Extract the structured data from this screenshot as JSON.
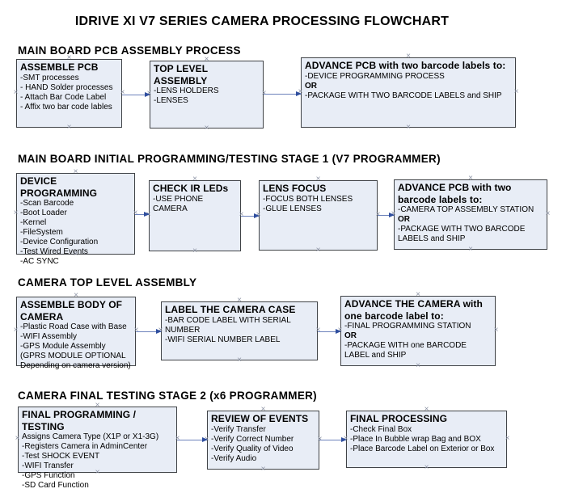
{
  "title": "IDRIVE XI V7 SERIES CAMERA PROCESSING FLOWCHART",
  "glyphs": {
    "connection_point": "×"
  },
  "colors": {
    "box_fill": "#e8edf6",
    "box_border": "#404347",
    "arrow_line": "#6c82bb",
    "arrow_head": "#2f4e9e",
    "connection_marker": "#8d94a5",
    "text": "#000000"
  },
  "sections": [
    {
      "heading": "MAIN BOARD PCB ASSEMBLY PROCESS",
      "boxes": [
        {
          "title": "ASSEMBLE PCB",
          "lines": [
            "-SMT processes",
            "- HAND Solder processes",
            "- Attach Bar Code Label",
            "- Affix two bar code lables"
          ]
        },
        {
          "title": "TOP LEVEL ASSEMBLY",
          "lines": [
            "-LENS HOLDERS",
            "-LENSES"
          ]
        },
        {
          "title": "ADVANCE PCB with two barcode labels to:",
          "lines": [
            "-DEVICE PROGRAMMING PROCESS",
            "OR",
            "-PACKAGE WITH TWO BARCODE LABELS and SHIP"
          ]
        }
      ]
    },
    {
      "heading": "MAIN BOARD INITIAL PROGRAMMING/TESTING STAGE 1 (V7 PROGRAMMER)",
      "boxes": [
        {
          "title": "DEVICE PROGRAMMING",
          "lines": [
            "-Scan Barcode",
            "-Boot Loader",
            "-Kernel",
            "-FileSystem",
            "-Device Configuration",
            "-Test Wired Events",
            "-AC SYNC"
          ]
        },
        {
          "title": "CHECK IR LEDs",
          "lines": [
            "-USE PHONE CAMERA"
          ]
        },
        {
          "title": "LENS FOCUS",
          "lines": [
            "-FOCUS BOTH LENSES",
            "-GLUE LENSES"
          ]
        },
        {
          "title": "ADVANCE PCB with two barcode labels to:",
          "lines": [
            "-CAMERA TOP ASSEMBLY STATION",
            "OR",
            "-PACKAGE WITH TWO BARCODE LABELS and SHIP"
          ]
        }
      ]
    },
    {
      "heading": "CAMERA TOP LEVEL ASSEMBLY",
      "boxes": [
        {
          "title": "ASSEMBLE BODY OF CAMERA",
          "lines": [
            "-Plastic Road Case with Base",
            "-WIFI Assembly",
            "-GPS Module Assembly",
            "(GPRS MODULE OPTIONAL Depending on camera version)"
          ]
        },
        {
          "title": "LABEL THE CAMERA CASE",
          "lines": [
            "-BAR CODE LABEL WITH SERIAL NUMBER",
            "-WIFI SERIAL NUMBER LABEL"
          ]
        },
        {
          "title": "ADVANCE THE CAMERA with one barcode label to:",
          "lines": [
            "-FINAL PROGRAMMING STATION",
            "OR",
            "-PACKAGE WITH one BARCODE LABEL and SHIP"
          ]
        }
      ]
    },
    {
      "heading": "CAMERA FINAL TESTING STAGE 2 (x6 PROGRAMMER)",
      "boxes": [
        {
          "title": "FINAL PROGRAMMING / TESTING",
          "lines": [
            "Assigns Camera Type (X1P or X1-3G)",
            "-Registers Camera in AdminCenter",
            "-Test SHOCK EVENT",
            "-WIFI Transfer",
            "-GPS Function",
            "-SD Card Function"
          ]
        },
        {
          "title": "REVIEW OF EVENTS",
          "lines": [
            "-Verify Transfer",
            "-Verify Correct Number",
            "-Verify Quality of Video",
            "-Verify Audio"
          ]
        },
        {
          "title": "FINAL PROCESSING",
          "lines": [
            "-Check Final Box",
            "-Place In Bubble wrap Bag and BOX",
            "-Place Barcode Label on Exterior or Box"
          ]
        }
      ]
    }
  ]
}
